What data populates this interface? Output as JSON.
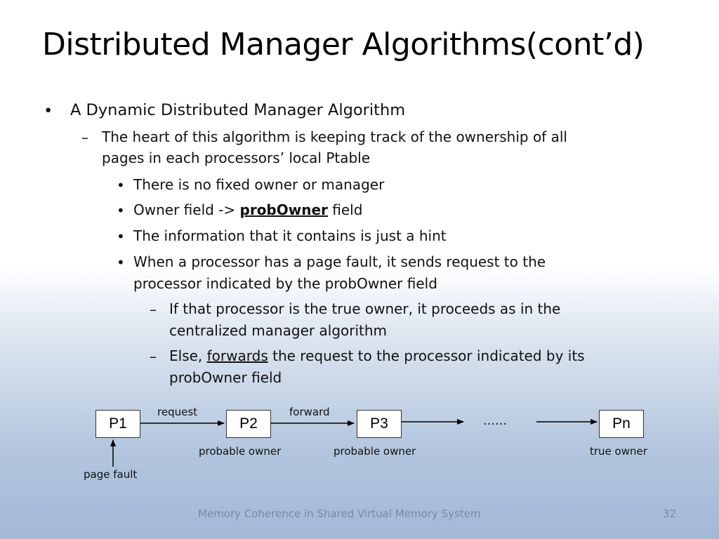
{
  "slide": {
    "title": "Distributed Manager Algorithms(cont’d)",
    "bullets": {
      "b1": "A Dynamic Distributed Manager Algorithm",
      "b1_marker": "•",
      "dash": "–",
      "b2_line1": "The heart of this algorithm is keeping track of the ownership of all",
      "b2_line2": "pages in each processors’ local Ptable",
      "b3_marker": "•",
      "b3a": "There is no fixed owner or manager",
      "b3b_pre": "Owner field -> ",
      "b3b_em": "probOwner",
      "b3b_post": " field",
      "b3c": "The information that it contains is just a hint",
      "b3d_line1": "When a processor has a page fault, it sends request to the",
      "b3d_line2": "processor indicated by the probOwner field",
      "b4a_line1": "If that processor is the true owner, it proceeds as in the",
      "b4a_line2": "centralized manager algorithm",
      "b4b_pre": "Else, ",
      "b4b_em": "forwards",
      "b4b_post": " the request to the processor indicated by its",
      "b4b_line2": "probOwner field"
    }
  },
  "diagram": {
    "nodes": {
      "p1": "P1",
      "p2": "P2",
      "p3": "P3",
      "pn": "Pn"
    },
    "edge_labels": {
      "request": "request",
      "forward": "forward"
    },
    "ellipsis": "……",
    "node_labels": {
      "p2": "probable owner",
      "p3": "probable owner",
      "pn": "true owner",
      "p1": "page fault"
    }
  },
  "footer": {
    "text": "Memory Coherence in Shared Virtual Memory System",
    "page": "32"
  }
}
